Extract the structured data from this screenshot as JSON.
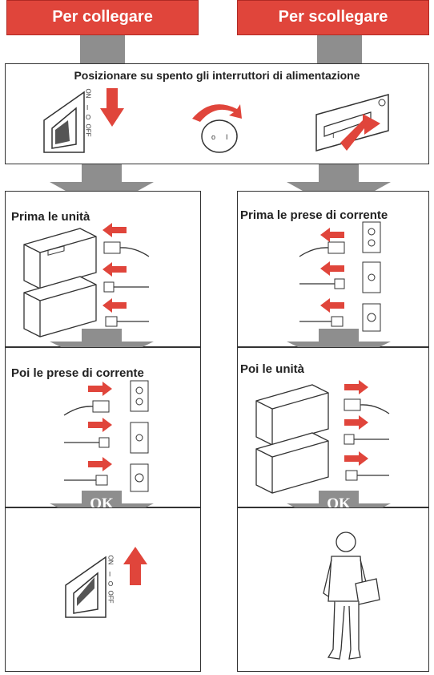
{
  "headers": {
    "connect": "Per collegare",
    "disconnect": "Per scollegare"
  },
  "power_step": {
    "title": "Posizionare su spento gli interruttori di alimentazione",
    "switch_labels": {
      "on": "ON",
      "mid": "I",
      "circle": "O",
      "off": "OFF"
    }
  },
  "connect_column": {
    "step1_title": "Prima le unità",
    "step2_title": "Poi le prese di corrente",
    "final_label": "OK",
    "switch_labels": {
      "on": "ON",
      "mid": "I",
      "circle": "O",
      "off": "OFF"
    }
  },
  "disconnect_column": {
    "step1_title": "Prima le prese di corrente",
    "step2_title": "Poi le unità",
    "final_label": "OK"
  },
  "colors": {
    "header_red": "#e0453b",
    "arrow_red": "#e0453b",
    "flow_gray": "#8e8e8e",
    "line": "#333333"
  }
}
